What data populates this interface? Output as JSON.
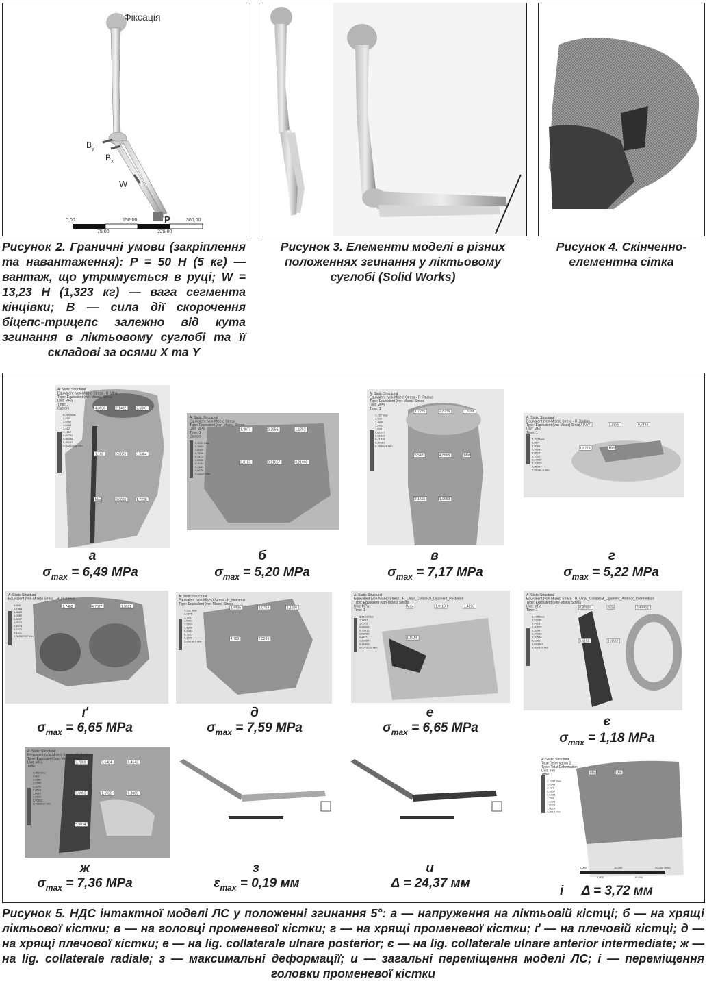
{
  "fig2": {
    "fixation_label": "Фіксація",
    "label_by": "B",
    "label_by_sub": "y",
    "label_bx": "B",
    "label_bx_sub": "x",
    "label_w": "W",
    "label_p": "P",
    "scale_ticks_top": [
      "0,00",
      "150,00",
      "300,00"
    ],
    "scale_ticks_bottom": [
      "75,00",
      "225,00"
    ],
    "caption": "Рисунок 2. Граничні умови (закріплення та навантаження): P = 50 Н (5 кг) — вантаж, що утримується в руці; W = 13,23 Н (1,323 кг) — вага сегмента кінцівки; B — сила дії скорочення біцепс-трицепс залежно від кута згинання в ліктьовому суглобі та її складові за осями X та Y"
  },
  "fig3": {
    "caption": "Рисунок 3. Елементи моделі в різних положеннях згинання у ліктьовому суглобі (Solid Works)"
  },
  "fig4": {
    "caption": "Рисунок 4. Скінченно-елементна сітка"
  },
  "fig5": {
    "panels": [
      {
        "letter": "а",
        "label": "σ",
        "sub": "max",
        "value": " = 6,49 MPa",
        "header": [
          "A: Static Structural",
          "Equivalent (von-Mises) Stress - R_Ulna",
          "Type: Equivalent (von-Mises) Stress",
          "Unit: MPa",
          "Time: 1",
          "Custom"
        ],
        "legend": [
          "6,489 Max",
          "3,212",
          "1,9767",
          "1,6464",
          "1,412",
          "1,1207",
          "0,84752",
          "0,56498",
          "0,28243",
          "0,00023942 Min"
        ],
        "tags": [
          "4,3936",
          "2,1482",
          "2,6037",
          "1,102",
          "2,2026",
          "3,5364",
          "Max",
          "3,0095",
          "1,7236"
        ]
      },
      {
        "letter": "б",
        "label": "σ",
        "sub": "max",
        "value": " = 5,20 MPa",
        "header": [
          "A: Static Structural",
          "Equivalent (von-Mises) Stress",
          "Type: Equivalent (von-Mises) Stress",
          "Unit: MPa",
          "Time: 1",
          "Custom"
        ],
        "legend": [
          "5,2029 Max",
          "2,7653",
          "1,0370",
          "0,7666",
          "0,5114",
          "0,2550",
          "0,1054",
          "0,0649",
          "0,0245",
          "0,04630 Min"
        ],
        "tags": [
          "1,3877",
          "2,3856",
          "1,1752",
          "2,8187",
          "0,21667",
          "0,21990"
        ]
      },
      {
        "letter": "в",
        "label": "σ",
        "sub": "max",
        "value": " = 7,17 MPa",
        "header": [
          "A: Static Structural",
          "Equivalent (von-Mises) Stress - R_Radius",
          "Type: Equivalent (von-Mises) Stress",
          "Unit: MPa",
          "Time: 1"
        ],
        "legend": [
          "7,167 Max",
          "4,936",
          "1,4468",
          "1,2401",
          "1,034",
          "0,82677",
          "0,61338",
          "0,41338",
          "0,20669",
          "8,7494e-6 Min"
        ],
        "tags": [
          "1,7285",
          "2,8236",
          "1,3398",
          "6,548",
          "4,8865",
          "Max",
          "7,1565",
          "1,9653"
        ]
      },
      {
        "letter": "г",
        "label": "σ",
        "sub": "max",
        "value": " = 5,22 MPa",
        "header": [
          "A: Static Structural",
          "Equivalent (von-Mises) Stress - H_Radius",
          "Type: Equivalent (von-Mises) Stress",
          "Unit: MPa",
          "Time: 1"
        ],
        "legend": [
          "5,223 Max",
          "1,867",
          "1,5099",
          "0,14995",
          "0,65171",
          "0,1055",
          "0,17080",
          "0,10029",
          "0,05047",
          "7,8138e-6 Min"
        ],
        "tags": [
          "0,1037",
          "1,0158",
          "0,6483",
          "1,6779",
          "Min"
        ]
      },
      {
        "letter": "ґ",
        "label": "σ",
        "sub": "max",
        "value": " = 6,65 MPa",
        "header": [
          "A: Static Structural",
          "Equivalent (von-Mises) Stress - H_Humerus"
        ],
        "legend": [
          "6,655",
          "1,7981",
          "1,3889",
          "1,2867",
          "0,9207",
          "0,6524",
          "0,4575",
          "0,2471",
          "0,1101",
          "0,00012707 Min"
        ],
        "tags": [
          "1,7462",
          "4,7077",
          "1,9922"
        ]
      },
      {
        "letter": "д",
        "label": "σ",
        "sub": "max",
        "value": " = 7,59 MPa",
        "header": [
          "A: Static Structural",
          "Equivalent (von-Mises) Stress - H_Humerus",
          "Type: Equivalent (von-Mises) Stress"
        ],
        "legend": [
          "7,592 Max",
          "1,9675",
          "1,7887",
          "1,5901",
          "1,3914",
          "1,1929",
          "0,9943",
          "0,7957",
          "0,1990",
          "5,0681e-5 Min"
        ],
        "tags": [
          "1,4405",
          "1,0764",
          "1,1606",
          "4,703",
          "7,5265"
        ]
      },
      {
        "letter": "е",
        "label": "σ",
        "sub": "max",
        "value": " = 6,65 MPa",
        "header": [
          "A: Static Structural",
          "Equivalent (von-Mises) Stress - R_Ulnar_Collateral_Ligament_Posterior",
          "Type: Equivalent (von-Mises) Stress",
          "Unit: MPa",
          "Time: 1"
        ],
        "legend": [
          "6,5661 Max",
          "1,7867",
          "1,0072",
          "0,88069",
          "0,75416",
          "0,58765",
          "0,4411",
          "0,29457",
          "0,14803",
          "0,0015025 Min"
        ],
        "tags": [
          "Max",
          "1,9113",
          "1,4203",
          "1,1914"
        ]
      },
      {
        "letter": "є",
        "label": "σ",
        "sub": "max",
        "value": " = 1,18 MPa",
        "header": [
          "A: Static Structural",
          "Equivalent (von-Mises) Stress - R_Ulnar_Collateral_Ligament_Anterior_Intermediate",
          "Type: Equivalent (von-Mises) Stress",
          "Unit: MPa",
          "Time: 1"
        ],
        "legend": [
          "1,176 Max",
          "0,53036",
          "0,47181",
          "0,40525",
          "0,33987",
          "0,27215",
          "0,20559",
          "0,13904",
          "0,073487",
          "0,005934 Min"
        ],
        "tags": [
          "0,84004",
          "Max",
          "0,44462",
          "0,6156",
          "1,3332"
        ]
      },
      {
        "letter": "ж",
        "label": "σ",
        "sub": "max",
        "value": " = 7,36 MPa",
        "header": [
          "A: Static Structural",
          "Equivalent (von-Mises) Stress - R_Radius",
          "Type: Equivalent (von-Mises) Stress",
          "Unit: MPa",
          "Time: 1"
        ],
        "legend": [
          "7,358 Max",
          "4,097",
          "3,5957",
          "3,0745",
          "2,5653",
          "2,0519",
          "1,5407",
          "1,0294",
          "0,51812",
          "0,0068532 Min"
        ],
        "tags": [
          "5,7869",
          "5,6484",
          "6,4543",
          "5,6953",
          "1,5925",
          "6,3089",
          "5,5034"
        ]
      },
      {
        "letter": "з",
        "label": "ε",
        "sub": "max",
        "value": " = 0,19 мм",
        "header": [],
        "legend": [],
        "tags": []
      },
      {
        "letter": "и",
        "label": "Δ",
        "sub": "",
        "value": " = 24,37 мм",
        "header": [],
        "legend": [],
        "tags": []
      },
      {
        "letter": "і",
        "label": "Δ",
        "sub": "",
        "value": " = 3,72 мм",
        "header": [
          "A: Static Structural",
          "Total Deformation 2",
          "Type: Total Deformation",
          "Unit: mm",
          "Time: 1"
        ],
        "legend": [
          "3,7247 Max",
          "3,4544",
          "3,184",
          "2,9137",
          "2,6433",
          "1,373",
          "1,1026",
          "1,8323",
          "1,5619",
          "1,2915 Min"
        ],
        "tags": [
          "Max",
          "Min"
        ]
      }
    ],
    "scale_i_top": [
      "0,000",
      "10,000",
      "20,000 (mm)"
    ],
    "scale_i_bottom": [
      "5,000",
      "15,000"
    ],
    "caption": "Рисунок 5. НДС інтактної моделі ЛС у положенні згинання 5°: а — напруження на ліктьовій кістці; б — на хрящі ліктьової кістки; в — на головці променевої кістки; г — на хрящі променевої кістки; ґ — на плечовій кістці; д — на хрящі плечової кістки; е — на lig. collaterale ulnare posterior; є — на lig. collaterale ulnare anterior intermediate; ж — на lig. collaterale radiale; з — максимальні деформації; и — загальні переміщення моделі ЛС; і — переміщення головки променевої кістки"
  }
}
